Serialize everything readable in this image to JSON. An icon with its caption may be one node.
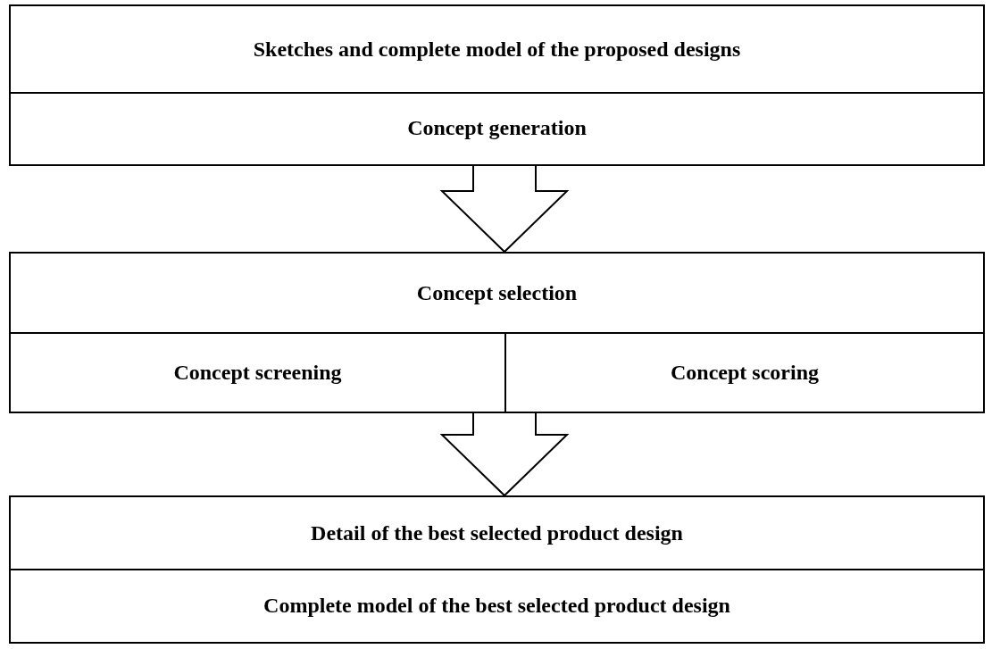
{
  "diagram": {
    "nodes": [
      {
        "text": [
          "Sketches and complete model of the proposed designs",
          "Concept generation"
        ]
      },
      {
        "text": [
          "Concept selection"
        ]
      },
      {
        "text": [
          "Concept screening"
        ],
        "in": 1
      },
      {
        "text": [
          "Concept scoring"
        ],
        "in": 1
      },
      {
        "text": [
          "Detail of the best selected product design",
          "Complete model of the best selected product design"
        ]
      }
    ],
    "edges": [
      {
        "from": 0,
        "to": 1,
        "arrow": "to"
      },
      {
        "from": 1,
        "to": 4,
        "arrow": "to"
      }
    ]
  }
}
